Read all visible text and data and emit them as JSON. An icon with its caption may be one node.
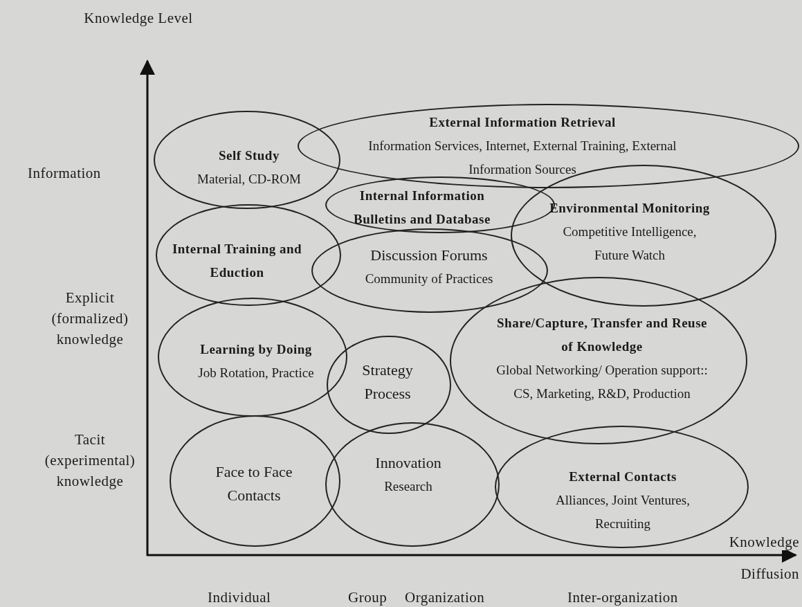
{
  "diagram": {
    "nodes": [
      {
        "text": [
          "External Information Retrieval",
          "Information Services, Internet, External Training, External Information Sources"
        ]
      },
      {
        "text": [
          "Self Study",
          "Material, CD-ROM"
        ]
      },
      {
        "text": [
          "Internal Information Bulletins and Database"
        ]
      },
      {
        "text": [
          "Environmental Monitoring",
          "Competitive Intelligence, Future Watch"
        ]
      },
      {
        "text": [
          "Internal Training and Eduction"
        ]
      },
      {
        "text": [
          "Discussion Forums",
          "Community of Practices"
        ]
      },
      {
        "text": [
          "Learning by Doing",
          "Job Rotation, Practice"
        ]
      },
      {
        "text": [
          "Strategy Process"
        ]
      },
      {
        "text": [
          "Share/Capture, Transfer and Reuse of Knowledge",
          "Global Networking/ Operation support:: CS, Marketing, R&D, Production"
        ]
      },
      {
        "text": [
          "Face to Face Contacts"
        ]
      },
      {
        "text": [
          "Innovation",
          "Research"
        ]
      },
      {
        "text": [
          "External Contacts",
          "Alliances, Joint Ventures, Recruiting"
        ]
      }
    ],
    "labels": [
      "Knowledge Level",
      "Information",
      "Explicit (formalized) knowledge",
      "Tacit (experimental) knowledge",
      "Knowledge Diffusion",
      "Individual",
      "Group",
      "Organization",
      "Inter-organization"
    ]
  }
}
